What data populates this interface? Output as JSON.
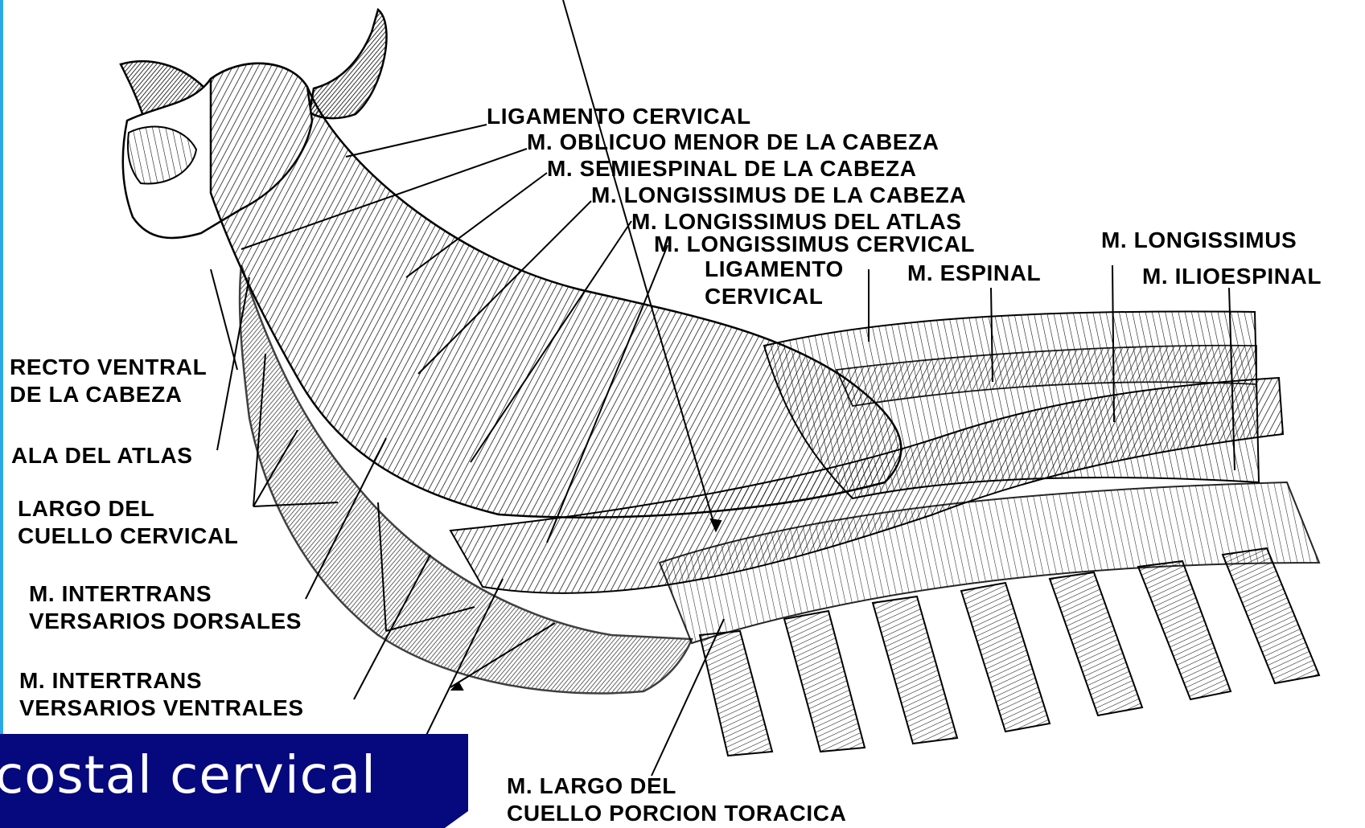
{
  "labels": {
    "ligamento_cervical_top": "LIGAMENTO CERVICAL",
    "oblicuo_menor": "M. OBLICUO MENOR DE LA CABEZA",
    "semiespinal_cabeza": "M. SEMIESPINAL DE LA CABEZA",
    "longissimus_cabeza": "M. LONGISSIMUS DE LA CABEZA",
    "longissimus_atlas": "M. LONGISSIMUS DEL ATLAS",
    "longissimus_cervical": "M. LONGISSIMUS CERVICAL",
    "ligamento_cervical_mid": [
      "LIGAMENTO",
      "CERVICAL"
    ],
    "espinal": "M. ESPINAL",
    "longissimus": "M.  LONGISSIMUS",
    "ilioespinal": "M. ILIOESPINAL",
    "recto_ventral": [
      "RECTO VENTRAL",
      "DE LA CABEZA"
    ],
    "ala_atlas": "ALA DEL ATLAS",
    "largo_cuello_cervical": [
      "LARGO DEL",
      "CUELLO CERVICAL"
    ],
    "intertrans_dorsales": [
      "M. INTERTRANS",
      "VERSARIOS DORSALES"
    ],
    "intertrans_ventrales": [
      "M. INTERTRANS",
      "VERSARIOS VENTRALES"
    ],
    "largo_cuello_toracica": [
      "M. LARGO DEL",
      "CUELLO PORCION TORACICA"
    ]
  },
  "banner": {
    "text": "costal cervical",
    "color": "#06087e"
  },
  "accent_bar_color": "#2aa9e8"
}
